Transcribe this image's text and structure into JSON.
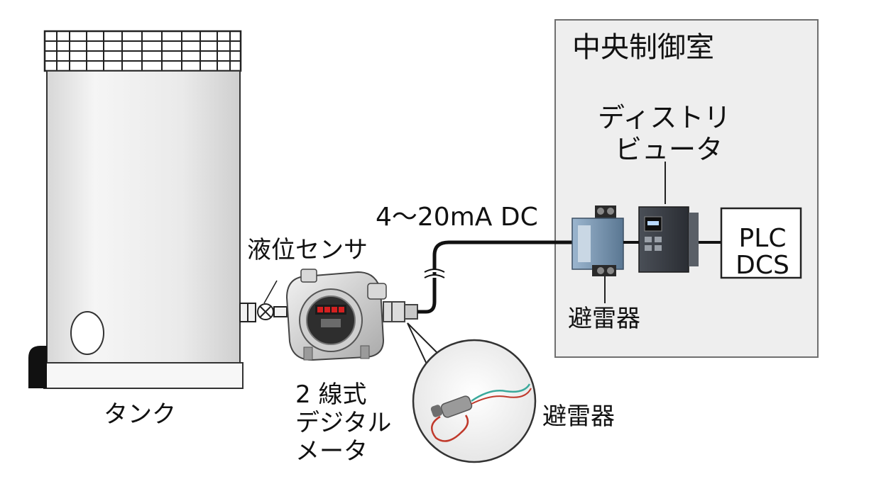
{
  "control_room": {
    "title": "中央制御室"
  },
  "distributor": {
    "label_lines": [
      "ディストリ",
      "ビュータ"
    ]
  },
  "signal": {
    "label": "4～20mA DC"
  },
  "level_sensor": {
    "label": "液位センサ"
  },
  "arrester_room": {
    "label": "避雷器"
  },
  "tank": {
    "label": "タンク"
  },
  "digital_meter": {
    "label_lines": [
      "2 線式",
      "デジタル",
      "メータ"
    ]
  },
  "arrester_inset": {
    "label": "避雷器"
  },
  "controller": {
    "label_lines": [
      "PLC",
      "DCS"
    ]
  },
  "colors": {
    "room_fill": "#eeeeee",
    "tank_fill": "#e9e9e9",
    "cable": "#111111",
    "arrester_blue": "#7d9ab5",
    "meter_red": "#d42020",
    "wire_red": "#c0392b",
    "wire_green": "#3aa99b"
  }
}
